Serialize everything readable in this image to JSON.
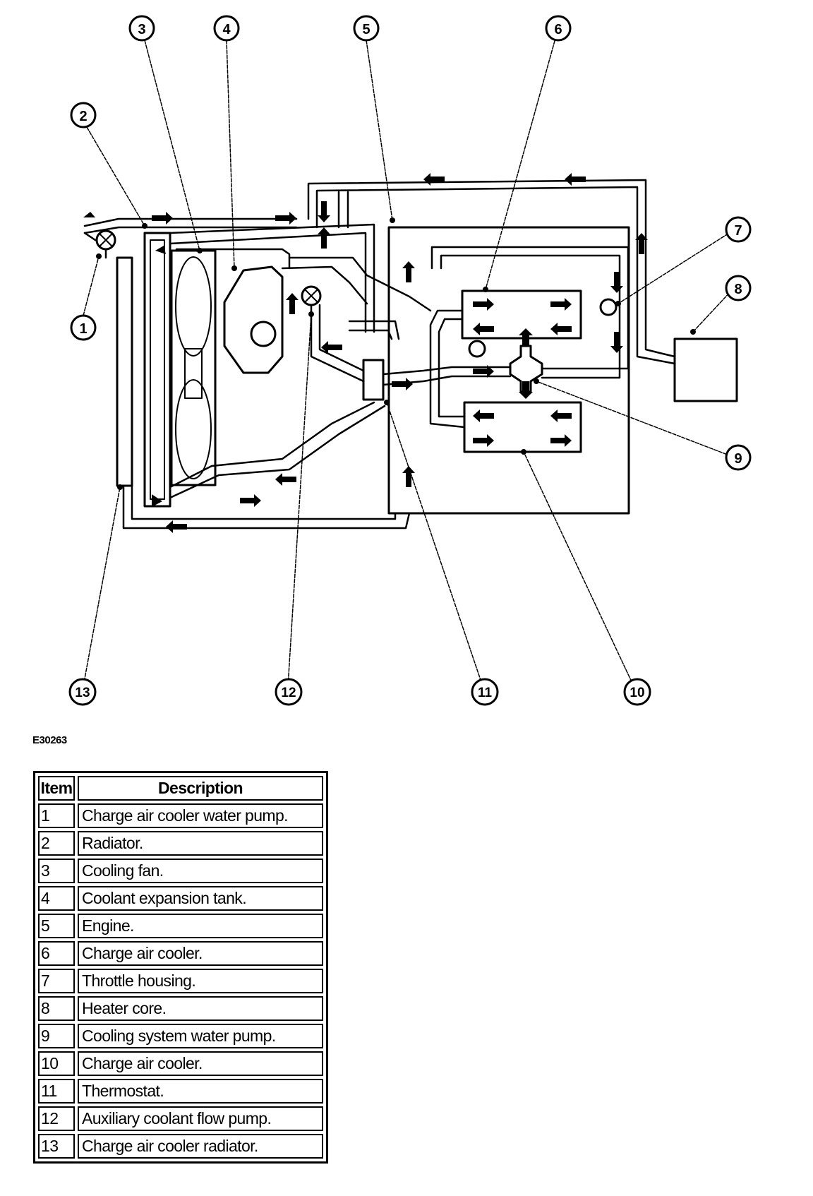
{
  "figure_id": "E30263",
  "callouts": [
    {
      "n": "1"
    },
    {
      "n": "2"
    },
    {
      "n": "3"
    },
    {
      "n": "4"
    },
    {
      "n": "5"
    },
    {
      "n": "6"
    },
    {
      "n": "7"
    },
    {
      "n": "8"
    },
    {
      "n": "9"
    },
    {
      "n": "10"
    },
    {
      "n": "11"
    },
    {
      "n": "12"
    },
    {
      "n": "13"
    }
  ],
  "legend": {
    "header_item": "Item",
    "header_description": "Description",
    "rows": [
      {
        "item": "1",
        "description": "Charge air cooler water pump."
      },
      {
        "item": "2",
        "description": "Radiator."
      },
      {
        "item": "3",
        "description": "Cooling fan."
      },
      {
        "item": "4",
        "description": "Coolant expansion tank."
      },
      {
        "item": "5",
        "description": "Engine."
      },
      {
        "item": "6",
        "description": "Charge air cooler."
      },
      {
        "item": "7",
        "description": "Throttle housing."
      },
      {
        "item": "8",
        "description": "Heater core."
      },
      {
        "item": "9",
        "description": "Cooling system water pump."
      },
      {
        "item": "10",
        "description": "Charge air cooler."
      },
      {
        "item": "11",
        "description": "Thermostat."
      },
      {
        "item": "12",
        "description": "Auxiliary coolant flow pump."
      },
      {
        "item": "13",
        "description": "Charge air cooler radiator."
      }
    ]
  }
}
